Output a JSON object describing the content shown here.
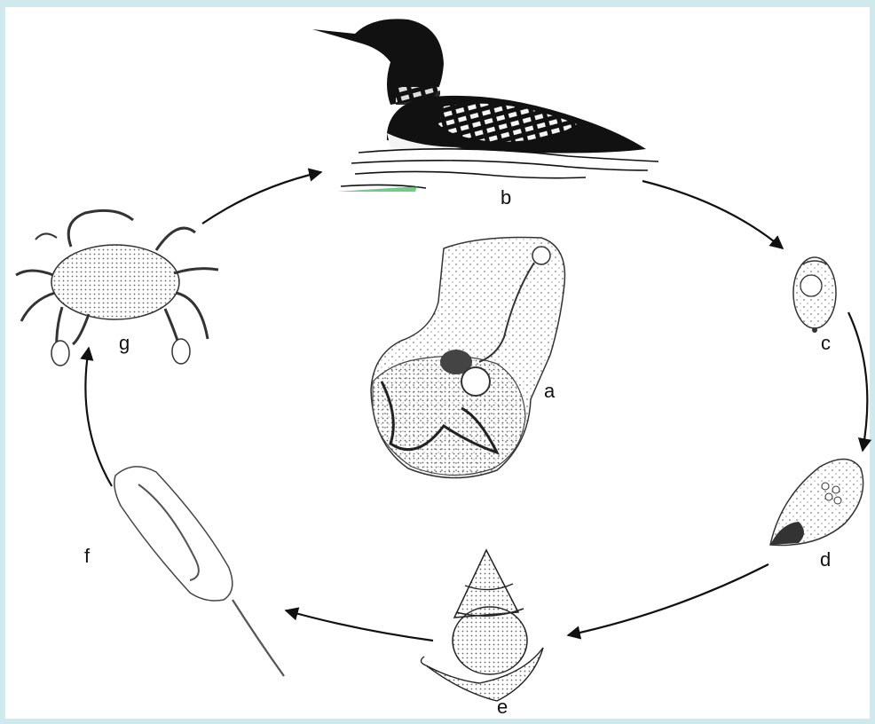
{
  "labels": {
    "a": "a",
    "b": "b",
    "c": "c",
    "d": "d",
    "e": "e",
    "f": "f",
    "g": "g"
  },
  "colors": {
    "background": "#cfe9ec",
    "canvas": "#ffffff",
    "ink": "#111111"
  }
}
